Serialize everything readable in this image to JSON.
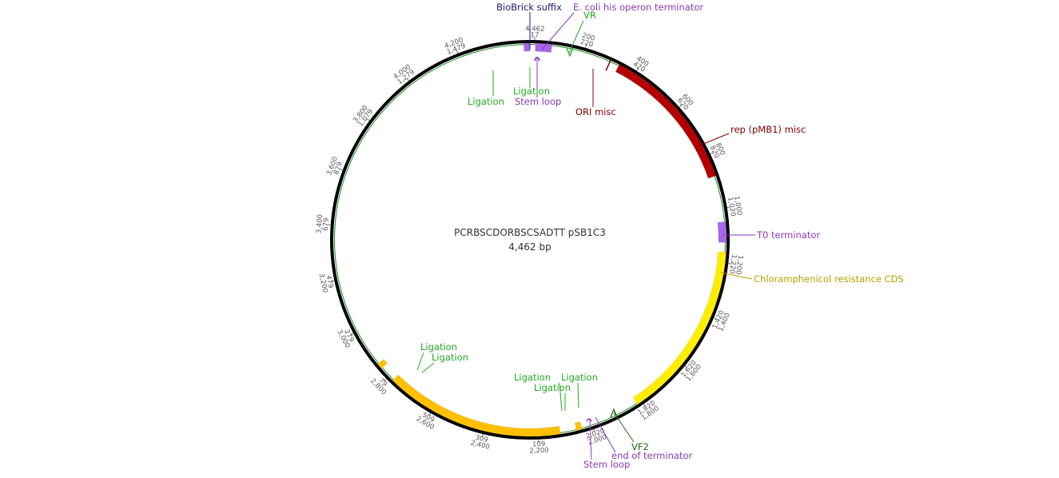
{
  "plasmid": {
    "name": "PCRBSCDORBSCSADTT pSB1C3",
    "length_label": "4,462 bp",
    "length_bp": 4462
  },
  "colors": {
    "backbone": "#000000",
    "backbone_inner": "#1a8a1a",
    "ori": "#800000",
    "rep": "#b30000",
    "terminator": "#a866e8",
    "cmr": "#ffee00",
    "orange": "#ffc000",
    "ligation": "#22aa22",
    "biobrick": "#1a1a80",
    "stem": "#8a3ab8"
  },
  "ticks": [
    {
      "bp": 17,
      "top": "4,462",
      "bottom": "17"
    },
    {
      "bp": 200,
      "top": "200",
      "bottom": "220"
    },
    {
      "bp": 400,
      "top": "400",
      "bottom": "420"
    },
    {
      "bp": 600,
      "top": "600",
      "bottom": "620"
    },
    {
      "bp": 800,
      "top": "800",
      "bottom": "820"
    },
    {
      "bp": 1000,
      "top": "1,000",
      "bottom": "1,020"
    },
    {
      "bp": 1200,
      "top": "1,200",
      "bottom": "1,220"
    },
    {
      "bp": 1400,
      "top": "1,400",
      "bottom": "1,420"
    },
    {
      "bp": 1600,
      "top": "1,600",
      "bottom": "1,620"
    },
    {
      "bp": 1800,
      "top": "1,800",
      "bottom": "1,820"
    },
    {
      "bp": 2000,
      "top": "2,000",
      "bottom": "2,020"
    },
    {
      "bp": 2200,
      "top": "2,200",
      "bottom": "109"
    },
    {
      "bp": 2400,
      "top": "2,400",
      "bottom": "309"
    },
    {
      "bp": 2600,
      "top": "2,600",
      "bottom": "509"
    },
    {
      "bp": 2800,
      "top": "2,800",
      "bottom": "79"
    },
    {
      "bp": 3000,
      "top": "3,000",
      "bottom": "279"
    },
    {
      "bp": 3200,
      "top": "3,200",
      "bottom": "479"
    },
    {
      "bp": 3400,
      "top": "3,400",
      "bottom": "679"
    },
    {
      "bp": 3600,
      "top": "3,600",
      "bottom": "879"
    },
    {
      "bp": 3800,
      "top": "3,800",
      "bottom": "1,079"
    },
    {
      "bp": 4000,
      "top": "4,000",
      "bottom": "1,279"
    },
    {
      "bp": 4200,
      "top": "4,200",
      "bottom": "1,479"
    }
  ],
  "features": [
    {
      "name": "ORI misc",
      "start": 300,
      "end": 360,
      "type": "thin",
      "color": "#800000"
    },
    {
      "name": "rep (pMB1) misc",
      "start": 335,
      "end": 880,
      "type": "arc",
      "color": "#b30000",
      "dir": -1
    },
    {
      "name": "T0 terminator",
      "start": 1050,
      "end": 1125,
      "type": "arc",
      "color": "#a866e8",
      "dir": 1
    },
    {
      "name": "Chloramphenicol resistance CDS",
      "start": 1160,
      "end": 1820,
      "type": "arc",
      "color": "#ffee00",
      "dir": -1
    },
    {
      "name": "Orange fragment A",
      "start": 2040,
      "end": 2060,
      "type": "arc",
      "color": "#ffc000",
      "dir": 0
    },
    {
      "name": "Orange fragment B",
      "start": 2120,
      "end": 2780,
      "type": "arc",
      "color": "#ffc000",
      "dir": 0
    },
    {
      "name": "Orange fragment C",
      "start": 2840,
      "end": 2860,
      "type": "arc",
      "color": "#ffc000",
      "dir": 0
    },
    {
      "name": "BioBrick suffix",
      "start": 4440,
      "end": 4462,
      "type": "arc",
      "color": "#a866e8",
      "dir": 0
    },
    {
      "name": "E. coli his operon terminator",
      "start": 20,
      "end": 80,
      "type": "arc",
      "color": "#a866e8",
      "dir": -1
    }
  ],
  "labels": [
    {
      "text": "BioBrick suffix",
      "color": "#1a1a80"
    },
    {
      "text": "E. coli his operon terminator",
      "color": "#8a3ab8"
    },
    {
      "text": "VR",
      "color": "#22aa22"
    },
    {
      "text": "Ligation",
      "color": "#22aa22"
    },
    {
      "text": "Ligation",
      "color": "#22aa22"
    },
    {
      "text": "Stem loop",
      "color": "#8a3ab8"
    },
    {
      "text": "ORI misc",
      "color": "#800000"
    },
    {
      "text": "rep (pMB1) misc",
      "color": "#800000"
    },
    {
      "text": "T0 terminator",
      "color": "#8a3ab8"
    },
    {
      "text": "Chloramphenicol resistance CDS",
      "color": "#b8a000"
    },
    {
      "text": "Ligation",
      "color": "#22aa22"
    },
    {
      "text": "Ligation",
      "color": "#22aa22"
    },
    {
      "text": "Ligation",
      "color": "#22aa22"
    },
    {
      "text": "Ligation",
      "color": "#22aa22"
    },
    {
      "text": "Ligation",
      "color": "#22aa22"
    },
    {
      "text": "VF2",
      "color": "#1a6a1a"
    },
    {
      "text": "end of terminator",
      "color": "#8a3ab8"
    },
    {
      "text": "Stem loop",
      "color": "#8a3ab8"
    }
  ]
}
